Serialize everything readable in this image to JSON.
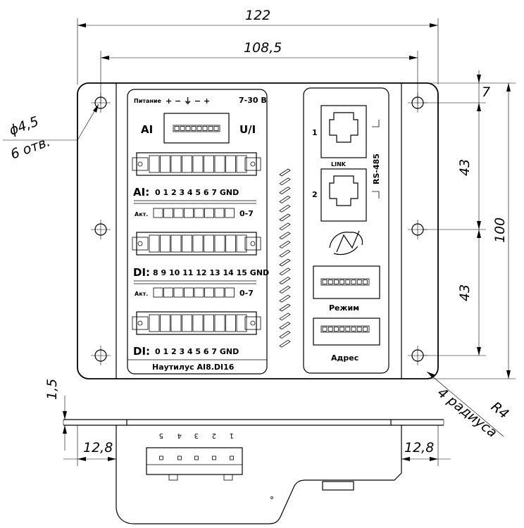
{
  "dimensions": {
    "overall_width": "122",
    "hole_spacing": "108,5",
    "hole_dia": "ϕ4,5",
    "hole_count": "6 отв.",
    "top_offset": "7",
    "pitch_upper": "43",
    "pitch_lower": "43",
    "overall_height": "100",
    "corner_radius": "R4",
    "corner_count": "4 радиуса",
    "flange_thickness": "1,5",
    "side_left": "12,8",
    "side_right": "12,8"
  },
  "panel_left": {
    "power_label": "Питание",
    "power_signs": "+ − ⏚ − +",
    "power_voltage": "7-30 В",
    "ai_label": "AI",
    "ui_label": "U/I",
    "ai_row_label": "AI:",
    "ai_row_pins": "0 1 2 3 4 5 6 7 GND",
    "act_label_1": "Акт.",
    "act_range_1": "0-7",
    "di_row1_label": "DI:",
    "di_row1_pins": "8 9 10 11 12 13 14 15 GND",
    "act_label_2": "Акт.",
    "act_range_2": "0-7",
    "di_row2_label": "DI:",
    "di_row2_pins": "0 1 2 3 4 5 6 7 GND",
    "product_name": "Наутилус AI8.DI16"
  },
  "panel_right": {
    "port1_number": "1",
    "port2_number": "2",
    "link_label": "LINK",
    "rs485_label": "RS-485",
    "mode_label": "Режим",
    "address_label": "Адрес"
  },
  "side_view": {
    "connector_pins": [
      "5",
      "4",
      "3",
      "2",
      "1"
    ]
  }
}
